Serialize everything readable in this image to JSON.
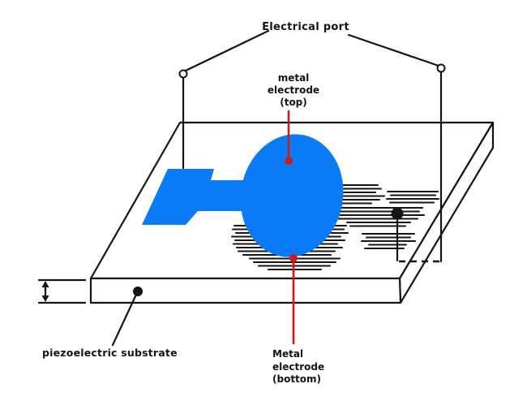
{
  "labels": {
    "electrical_port": "Electrical port",
    "metal_electrode_top": {
      "line1": "metal",
      "line2": "electrode",
      "line3": "(top)"
    },
    "metal_electrode_bottom": {
      "line1": "Metal",
      "line2": "electrode",
      "line3": "(bottom)"
    },
    "piezoelectric_substrate": "piezoelectric substrate"
  },
  "colors": {
    "electrode_blue": "#0a7af5",
    "annotation_red": "#cc1b1b",
    "line_black": "#151515",
    "background": "#ffffff"
  }
}
